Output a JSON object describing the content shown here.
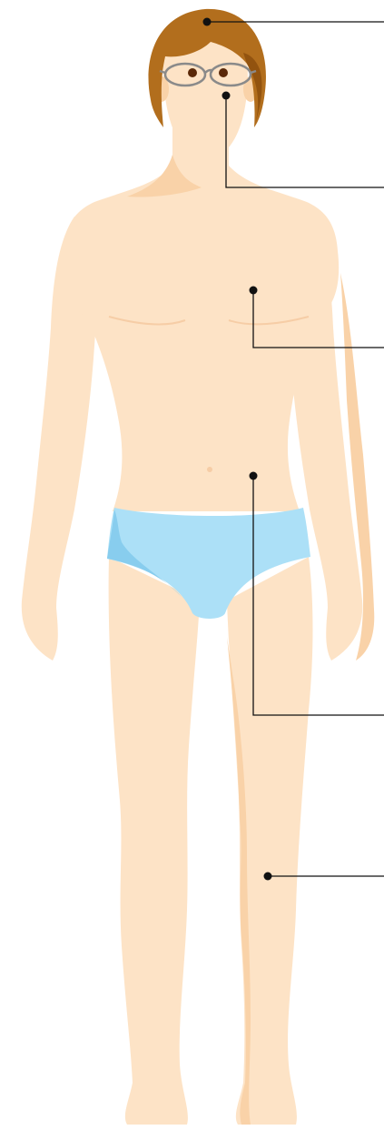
{
  "diagram": {
    "colors": {
      "background": "#ffffff",
      "skin": "#FDE3C6",
      "skin_shade": "#F9D2A8",
      "hair": "#B26E1D",
      "hair_dark": "#92530F",
      "underwear": "#ACE0F7",
      "underwear_shade": "#88CDEE",
      "glasses": "#8A8A8A",
      "eyes": "#5A2808",
      "leader_line": "#111111"
    },
    "callouts": [
      {
        "target": "hair"
      },
      {
        "target": "face"
      },
      {
        "target": "chest"
      },
      {
        "target": "lower-abdomen"
      },
      {
        "target": "leg"
      }
    ]
  }
}
